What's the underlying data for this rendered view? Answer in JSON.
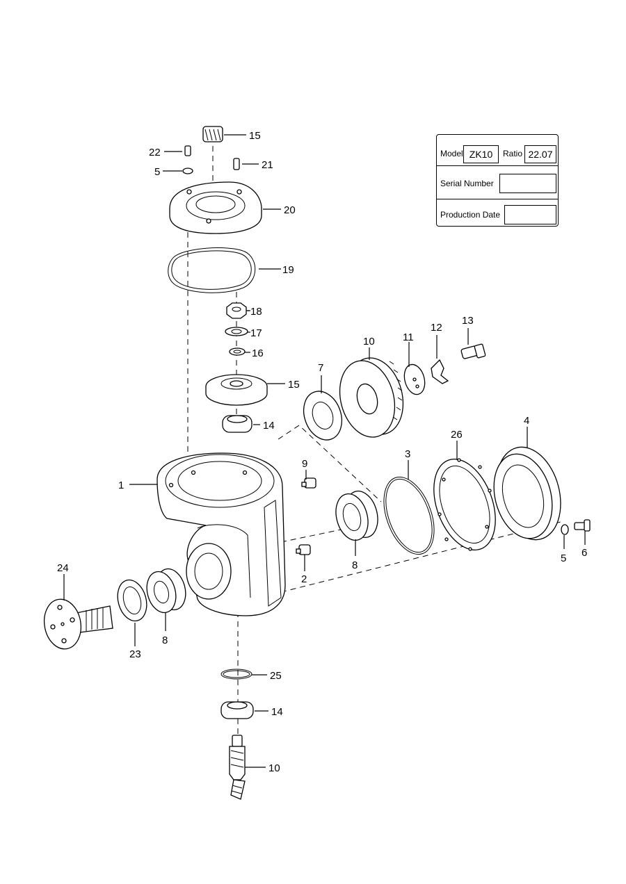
{
  "info_table": {
    "model_label": "Model",
    "model_value": "ZK10",
    "ratio_label": "Ratio",
    "ratio_value": "22.07",
    "serial_label": "Serial Number",
    "serial_value": "",
    "production_label": "Production Date",
    "production_value": ""
  },
  "callouts": [
    {
      "id": "c15a",
      "text": "15"
    },
    {
      "id": "c22",
      "text": "22"
    },
    {
      "id": "c21",
      "text": "21"
    },
    {
      "id": "c5a",
      "text": "5"
    },
    {
      "id": "c20",
      "text": "20"
    },
    {
      "id": "c19",
      "text": "19"
    },
    {
      "id": "c18",
      "text": "18"
    },
    {
      "id": "c17",
      "text": "17"
    },
    {
      "id": "c16",
      "text": "16"
    },
    {
      "id": "c15b",
      "text": "15"
    },
    {
      "id": "c14a",
      "text": "14"
    },
    {
      "id": "c13",
      "text": "13"
    },
    {
      "id": "c12",
      "text": "12"
    },
    {
      "id": "c11",
      "text": "11"
    },
    {
      "id": "c10a",
      "text": "10"
    },
    {
      "id": "c7",
      "text": "7"
    },
    {
      "id": "c4",
      "text": "4"
    },
    {
      "id": "c26",
      "text": "26"
    },
    {
      "id": "c3",
      "text": "3"
    },
    {
      "id": "c9",
      "text": "9"
    },
    {
      "id": "c1",
      "text": "1"
    },
    {
      "id": "c8a",
      "text": "8"
    },
    {
      "id": "c2",
      "text": "2"
    },
    {
      "id": "c5b",
      "text": "5"
    },
    {
      "id": "c6",
      "text": "6"
    },
    {
      "id": "c24",
      "text": "24"
    },
    {
      "id": "c23",
      "text": "23"
    },
    {
      "id": "c8b",
      "text": "8"
    },
    {
      "id": "c25",
      "text": "25"
    },
    {
      "id": "c14b",
      "text": "14"
    },
    {
      "id": "c10b",
      "text": "10"
    }
  ]
}
